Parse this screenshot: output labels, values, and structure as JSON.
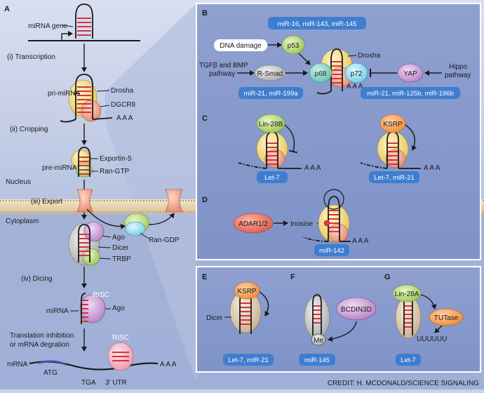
{
  "panels": {
    "a": "A",
    "b": "B",
    "c": "C",
    "d": "D",
    "e": "E",
    "f": "F",
    "g": "G"
  },
  "pathway": {
    "gene": "miRNA gene",
    "step1": "(i) Transcription",
    "pri": "pri-miRNA",
    "drosha": "Drosha",
    "dgcr8": "DGCR8",
    "polyA": "A A A",
    "step2": "(ii) Cropping",
    "pre": "pre-miRNA",
    "exportin": "Exportin-5",
    "rangtp": "Ran-GTP",
    "nucleus": "Nucleus",
    "step3": "(iii) Export",
    "cytoplasm": "Cytoplasm",
    "rangdp": "Ran-GDP",
    "ago": "Ago",
    "dicer": "Dicer",
    "trbp": "TRBP",
    "step4": "(iv) Dicing",
    "risc": "RISC",
    "mirna": "miRNA",
    "ago2": "Ago",
    "transl1": "Translation inhibition",
    "transl2": "or mRNA degration",
    "mrna": "mRNA",
    "risc2": "RISC",
    "atg": "ATG",
    "tga": "TGA",
    "utr": "3′ UTR",
    "polyA2": "A A A"
  },
  "panelB": {
    "pill_top": "miR-16, miR-143, miR-145",
    "dnadamage": "DNA damage",
    "p53": "p53",
    "drosha": "Drosha",
    "tgf1": "TGFβ and BMP",
    "tgf2": "pathway",
    "rsmad": "R-Smad",
    "p68": "p68",
    "p72": "p72",
    "yap": "YAP",
    "hippo1": "Hippo",
    "hippo2": "pathway",
    "polyA": "A A A",
    "pill_left": "miR-21, miR-199a",
    "pill_right": "miR-21, miR-125b, miR-196b"
  },
  "panelC": {
    "lin28b": "Lin-28B",
    "polyA1": "A A A",
    "pill1": "Let-7",
    "ksrp": "KSRP",
    "polyA2": "A A A",
    "pill2": "Let-7, miR-21"
  },
  "panelD": {
    "adar": "ADAR1/2",
    "inosine": "Inosine",
    "polyA": "A A A",
    "pill": "miR-142"
  },
  "panelE": {
    "ksrp": "KSRP",
    "dicer": "Dicer",
    "pill": "Let-7, miR-21"
  },
  "panelF": {
    "bcdin": "BCDIN3D",
    "me": "Me",
    "pill": "miR-145"
  },
  "panelG": {
    "lin28a": "Lin-28A",
    "tutase": "TUTase",
    "uuu": "UUUUUU",
    "pill": "Let-7"
  },
  "credit": "CREDIT: H. MCDONALD/SCIENCE SIGNALING"
}
